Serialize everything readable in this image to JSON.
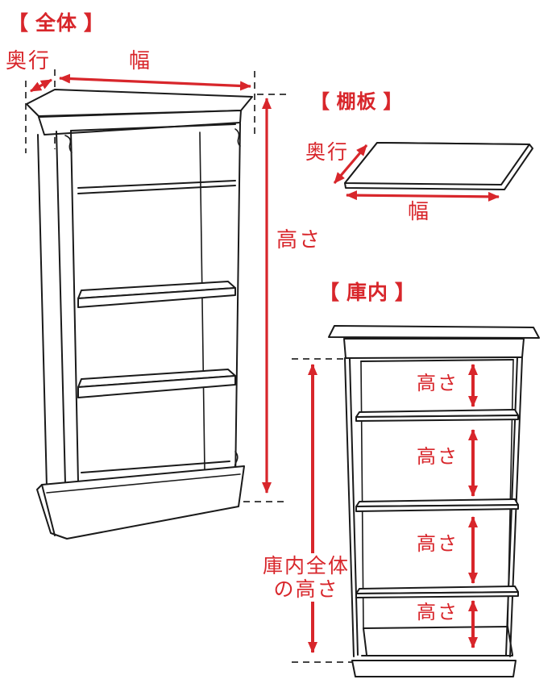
{
  "palette": {
    "red": "#d8262b",
    "line": "#1a1a1a",
    "dash": "#454545",
    "background": "#ffffff"
  },
  "sections": {
    "overall": {
      "title": "【 全体 】",
      "depth_label": "奥行",
      "width_label": "幅",
      "height_label": "高さ"
    },
    "shelf_board": {
      "title": "【 棚板 】",
      "depth_label": "奥行",
      "width_label": "幅"
    },
    "interior": {
      "title": "【 庫内 】",
      "shelf_height_labels": [
        "高さ",
        "高さ",
        "高さ",
        "高さ"
      ],
      "total_height_label_line1": "庫内全体",
      "total_height_label_line2": "の高さ"
    }
  }
}
